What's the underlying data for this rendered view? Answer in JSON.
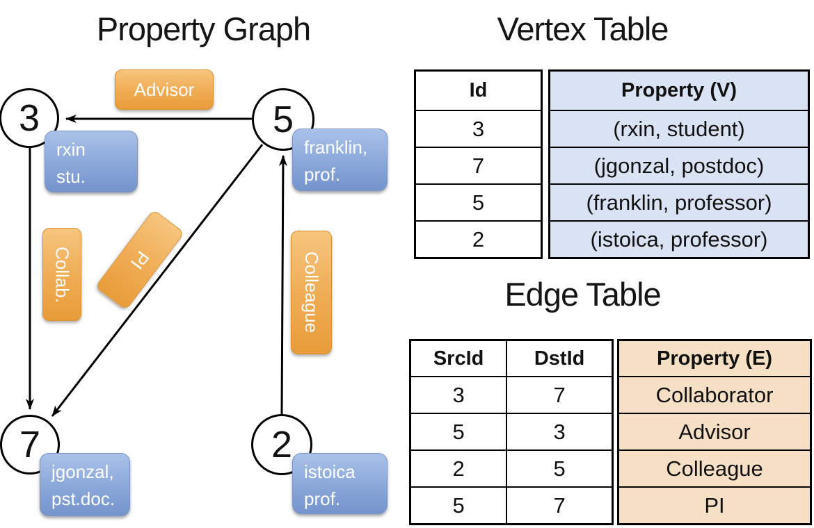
{
  "graph": {
    "title": "Property Graph",
    "nodes": [
      {
        "id": "3",
        "line1": "rxin",
        "line2": "stu."
      },
      {
        "id": "5",
        "line1": "franklin,",
        "line2": "prof."
      },
      {
        "id": "7",
        "line1": "jgonzal,",
        "line2": "pst.doc."
      },
      {
        "id": "2",
        "line1": "istoica",
        "line2": "prof."
      }
    ],
    "edges": [
      {
        "src": "5",
        "dst": "3",
        "label": "Advisor"
      },
      {
        "src": "3",
        "dst": "7",
        "label": "Collab."
      },
      {
        "src": "5",
        "dst": "7",
        "label": "PI"
      },
      {
        "src": "2",
        "dst": "5",
        "label": "Colleague"
      }
    ]
  },
  "vertex_table": {
    "title": "Vertex Table",
    "headers": {
      "id": "Id",
      "property": "Property (V)"
    },
    "rows": [
      {
        "id": "3",
        "property": "(rxin, student)"
      },
      {
        "id": "7",
        "property": "(jgonzal, postdoc)"
      },
      {
        "id": "5",
        "property": "(franklin, professor)"
      },
      {
        "id": "2",
        "property": "(istoica, professor)"
      }
    ]
  },
  "edge_table": {
    "title": "Edge Table",
    "headers": {
      "src": "SrcId",
      "dst": "DstId",
      "property": "Property (E)"
    },
    "rows": [
      {
        "src": "3",
        "dst": "7",
        "property": "Collaborator"
      },
      {
        "src": "5",
        "dst": "3",
        "property": "Advisor"
      },
      {
        "src": "2",
        "dst": "5",
        "property": "Colleague"
      },
      {
        "src": "5",
        "dst": "7",
        "property": "PI"
      }
    ]
  },
  "colors": {
    "edge_label_gradient_top": "#F6C57E",
    "edge_label_gradient_bottom": "#E99C39",
    "vertex_label_gradient_top": "#A9C2E9",
    "vertex_label_gradient_bottom": "#7494CC",
    "vertex_property_column_bg": "#D9E3F3",
    "edge_property_column_bg": "#F5E0C5",
    "line_color": "#000000",
    "text_on_boxes": "#FFFFFF"
  }
}
